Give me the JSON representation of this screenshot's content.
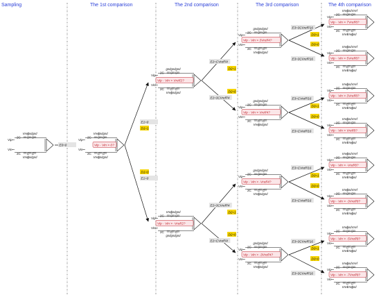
{
  "headers": [
    {
      "text": "Sampling"
    },
    {
      "text": "The 1st comparison"
    },
    {
      "text": "The 2nd comparison"
    },
    {
      "text": "The 3rd comparison"
    },
    {
      "text": "The 4th comparison"
    }
  ],
  "common": {
    "vref": "Vref",
    "gnd": "gnd",
    "two_c": "2C",
    "c": "C",
    "vip": "Vip",
    "vin": "Vin"
  },
  "sampling": {
    "energy": "E0=0"
  },
  "stage1": {
    "compare": "Vip - Vin > 0?",
    "branch_up": {
      "energy": "E1=0",
      "bit": "D1=1"
    },
    "branch_down": {
      "bit": "D1=0",
      "energy": "E1=0"
    }
  },
  "stage2": [
    {
      "compare": "Vip - Vin > Vref/2?",
      "energy": "E2=CVref²/4"
    },
    {
      "compare": "Vip - Vin > -Vref/2?",
      "energy": "E2=3CVref²/4"
    }
  ],
  "stage2_outputs": [
    {
      "bit": "D2=1"
    },
    {
      "bit": "D2=0",
      "energy": "E2=3CVref²/4"
    },
    {
      "bit": "D2=1"
    },
    {
      "bit": "D2=0",
      "energy": "E2=CVref²/4"
    }
  ],
  "stage3": [
    {
      "compare": "Vip - Vin > 3Vref/4?",
      "energy": "E3=3CVref²/16"
    },
    {
      "compare": "Vip - Vin > Vref/4?",
      "energy": "E3=CVref²/16"
    },
    {
      "compare": "Vip - Vin > -Vref/4?",
      "energy": "E3=CVref²/16"
    },
    {
      "compare": "Vip - Vin > -3Vref/4?",
      "energy": "E3=3CVref²/16"
    }
  ],
  "stage3_outputs": [
    {
      "bit": "D3=1",
      "energy": "E3=3CVref²/16"
    },
    {
      "bit": "D3=0",
      "energy": "E3=3CVref²/16"
    },
    {
      "bit": "D3=1",
      "energy": "E3=CVref²/16"
    },
    {
      "bit": "D3=0",
      "energy": "E3=CVref²/16"
    },
    {
      "bit": "D3=1",
      "energy": "E3=CVref²/16"
    },
    {
      "bit": "D3=0",
      "energy": "E3=CVref²/16"
    },
    {
      "bit": "D3=1",
      "energy": "E3=3CVref²/16"
    },
    {
      "bit": "D3=0",
      "energy": "E3=3CVref²/16"
    }
  ],
  "stage4": [
    {
      "compare": "Vip - Vin > 7Vref/8?"
    },
    {
      "compare": "Vip - Vin > 5Vref/8?"
    },
    {
      "compare": "Vip - Vin > 3Vref/8?"
    },
    {
      "compare": "Vip - Vin > Vref/8?"
    },
    {
      "compare": "Vip - Vin > -Vref/8?"
    },
    {
      "compare": "Vip - Vin > -3Vref/8?"
    },
    {
      "compare": "Vip - Vin > -5Vref/8?"
    },
    {
      "compare": "Vip - Vin > -7Vref/8?"
    }
  ],
  "colors": {
    "header_text": "#2a3fd8",
    "bit_badge": "#f5d400",
    "energy_badge": "#e4e4e4",
    "compare_text": "#c0202a",
    "compare_box": "#fbe6e8",
    "separator": "#555555"
  }
}
